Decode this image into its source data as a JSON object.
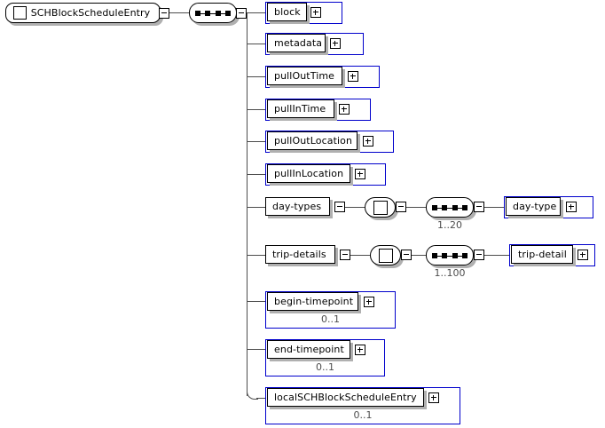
{
  "diagram": {
    "kind": "xml-schema-element-tree",
    "root": {
      "label": "SCHBlockScheduleEntry",
      "icon": "element-square-icon",
      "toggle": "collapse-minus-icon"
    },
    "compositor": {
      "name": "sequence-node",
      "glyph": "sequence-dots-icon",
      "toggle": "collapse-minus-icon"
    },
    "children": [
      {
        "label": "block",
        "toggle": "expand-plus-icon",
        "framed": true,
        "cardinality": ""
      },
      {
        "label": "metadata",
        "toggle": "expand-plus-icon",
        "framed": true,
        "cardinality": ""
      },
      {
        "label": "pullOutTime",
        "toggle": "expand-plus-icon",
        "framed": true,
        "cardinality": ""
      },
      {
        "label": "pullInTime",
        "toggle": "expand-plus-icon",
        "framed": true,
        "cardinality": ""
      },
      {
        "label": "pullOutLocation",
        "toggle": "expand-plus-icon",
        "framed": true,
        "cardinality": ""
      },
      {
        "label": "pullInLocation",
        "toggle": "expand-plus-icon",
        "framed": true,
        "cardinality": ""
      },
      {
        "label": "day-types",
        "toggle": "collapse-minus-icon",
        "framed": false,
        "cardinality": ""
      },
      {
        "label": "trip-details",
        "toggle": "collapse-minus-icon",
        "framed": false,
        "cardinality": ""
      },
      {
        "label": "begin-timepoint",
        "toggle": "expand-plus-icon",
        "framed": true,
        "cardinality": "0..1"
      },
      {
        "label": "end-timepoint",
        "toggle": "expand-plus-icon",
        "framed": true,
        "cardinality": "0..1"
      },
      {
        "label": "localSCHBlockScheduleEntry",
        "toggle": "expand-plus-icon",
        "framed": true,
        "cardinality": "0..1"
      }
    ],
    "branches": [
      {
        "parent": "day-types",
        "type_node": {
          "name": "type-octagon",
          "glyph": "square-icon",
          "toggle": "collapse-minus-icon"
        },
        "sequence_node": {
          "glyph": "sequence-dots-icon",
          "toggle": "collapse-minus-icon",
          "cardinality": "1..20"
        },
        "leaf": {
          "label": "day-type",
          "toggle": "expand-plus-icon"
        }
      },
      {
        "parent": "trip-details",
        "type_node": {
          "name": "type-octagon",
          "glyph": "square-icon",
          "toggle": "collapse-minus-icon"
        },
        "sequence_node": {
          "glyph": "sequence-dots-icon",
          "toggle": "collapse-minus-icon",
          "cardinality": "1..100"
        },
        "leaf": {
          "label": "trip-detail",
          "toggle": "expand-plus-icon"
        }
      }
    ],
    "colors": {
      "frame_blue": "#0000cc",
      "line_gray": "#4d4d4d",
      "shadow_gray": "#b0b0b0",
      "text_black": "#000000",
      "background": "#ffffff"
    }
  }
}
